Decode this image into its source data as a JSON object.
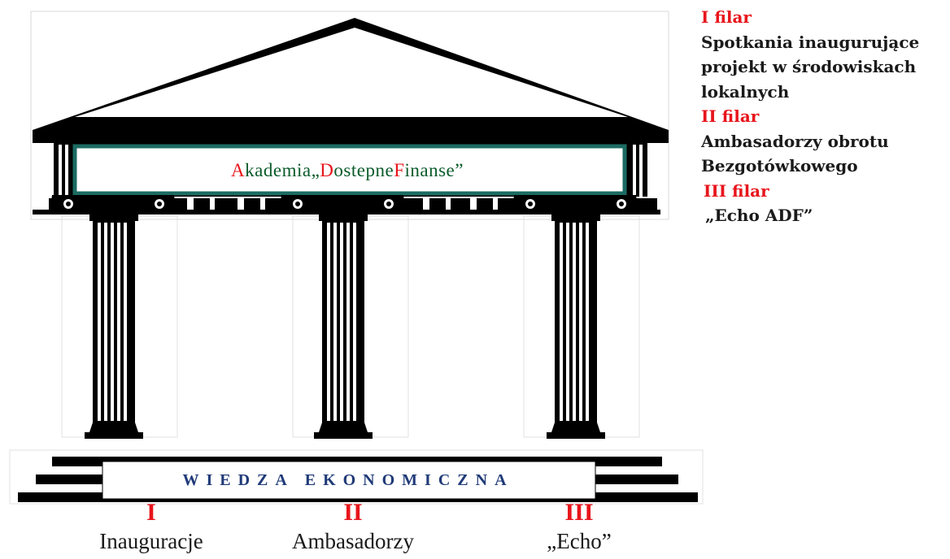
{
  "roof": {
    "title_part1_red": "A",
    "title_part1": "kademia ",
    "title_part2_open": "„",
    "title_part2_red": "D",
    "title_part2": "ostepne ",
    "title_part3_red": "F",
    "title_part3": "inanse”"
  },
  "base": {
    "title": "WIEDZA EKONOMICZNA"
  },
  "pillars": [
    {
      "numeral": "I",
      "label": "Inauguracje"
    },
    {
      "numeral": "II",
      "label": "Ambasadorzy"
    },
    {
      "numeral": "III",
      "label": "„Echo”"
    }
  ],
  "sidebar": {
    "items": [
      {
        "name": "I filar",
        "description_lines": [
          "Spotkania inaugurujące",
          "projekt w środowiskach",
          "lokalnych"
        ]
      },
      {
        "name": "II filar",
        "description_lines": [
          "Ambasadorzy obrotu",
          "Bezgotówkowego"
        ]
      },
      {
        "name": "III filar",
        "description_lines": [
          "„Echo ADF”"
        ]
      }
    ]
  },
  "colors": {
    "accent_red": "#e8141b",
    "title_green": "#0b5b2a",
    "base_blue": "#1f3a78",
    "frame_teal": "#1c6b62"
  }
}
